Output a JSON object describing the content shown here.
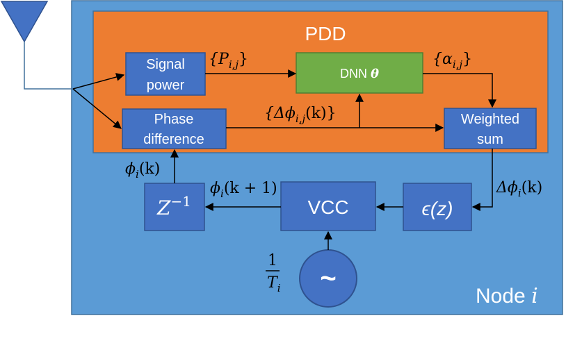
{
  "blocks": {
    "pdd_title": "PDD",
    "signal_power": [
      "Signal",
      "power"
    ],
    "dnn": "DNN",
    "dnn_param": "θ",
    "phase_difference": [
      "Phase",
      "difference"
    ],
    "weighted_sum": [
      "Weighted",
      "sum"
    ],
    "delay": "Z",
    "delay_exp": "−1",
    "vcc": "VCC",
    "filter": "ϵ(z)",
    "oscillator_symbol": "~",
    "node_label": "Node",
    "node_index": "i"
  },
  "signals": {
    "power_set": "{P",
    "power_set_sub": "i,j",
    "power_set_close": "}",
    "weight_set": "{α",
    "weight_set_sub": "i,j",
    "weight_set_close": "}",
    "phase_diff_set": "{Δϕ",
    "phase_diff_set_sub": "i,j",
    "phase_diff_set_rest": "(k)}",
    "phase_k": "ϕ",
    "phase_k_sub": "i",
    "phase_k_rest": "(k)",
    "phase_k1": "ϕ",
    "phase_k1_sub": "i",
    "phase_k1_rest": "(k + 1)",
    "delta_phase": "Δϕ",
    "delta_phase_sub": "i",
    "delta_phase_rest": "(k)",
    "freq_num": "1",
    "freq_den": "T",
    "freq_den_sub": "i"
  },
  "colors": {
    "node_fill": "#5b9bd5",
    "node_stroke": "#41719c",
    "pdd_fill": "#ed7d31",
    "block_fill": "#4472c4",
    "dnn_fill": "#70ad47",
    "antenna_fill": "#4472c4"
  }
}
